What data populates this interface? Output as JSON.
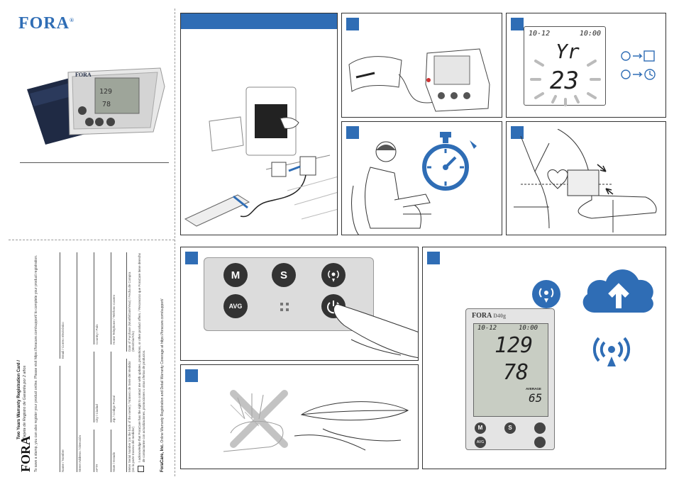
{
  "brand": {
    "logo": "FORA",
    "accent": "#2f6db5"
  },
  "device_display": {
    "sys": "129",
    "dia": "78",
    "pulse": "65",
    "date": "10-12",
    "time": "10:00",
    "average": "AVERAGE",
    "model": "D40g"
  },
  "setup_display": {
    "date": "10-12",
    "time": "10:00",
    "year_label": "Yr",
    "year_value": "23"
  },
  "buttons": {
    "m": "M",
    "s": "S",
    "avg": "AVG"
  },
  "registration": {
    "title": "Two Years Warranty Registration Card /",
    "subtitle": "Tarjeta de Registro de Garantía por 2 años",
    "intro": "To save a stamp, you can also register your product online. Please visit https://foracare.com/support/ to complete your product registration.",
    "fields": {
      "name": "Name / Nombre",
      "email": "Email / Correo electrónico",
      "street": "Street Address / Dirección",
      "city": "City / Ciudad",
      "country": "Country / País",
      "state": "State / Estado",
      "zip": "Zip / Código Postal",
      "phone": "Home Telephone / Teléfono Casero",
      "serial": "Meter Serial Number (on the back of the meter) / Número de Serie del Medidor (en la parte trasera del medidor)",
      "purchase": "Date of Purchase (Month/Date/Year) / Fecha de Compra (Mes/Día/Año)",
      "apt": "APT#"
    },
    "ack": "I acknowledge that ForaCare has the right to contact me with updates, promotions, or other product offers. / Reconozco que ForaCare tiene derecho de contactarme con actualizaciones, promociones u otras ofertas de productos.",
    "footer_brand": "ForaCare, Inc.",
    "footer_text": "Online Warranty Registration and Detail Warranty Coverage at https://foracare.com/support/"
  }
}
